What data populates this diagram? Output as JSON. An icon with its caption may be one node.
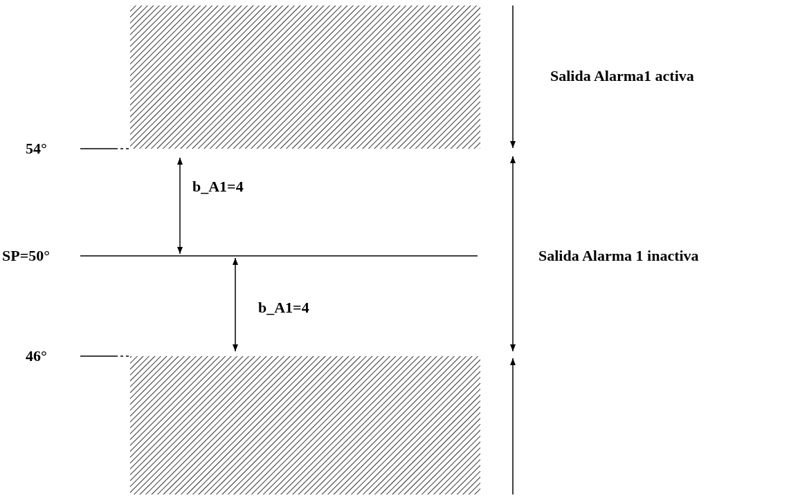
{
  "diagram": {
    "labels": [
      "Salida Alarma1 activa",
      "54°",
      "b_A1=4",
      "SP=50°",
      "Salida Alarma 1 inactiva",
      "b_A1=4",
      "46°"
    ]
  }
}
